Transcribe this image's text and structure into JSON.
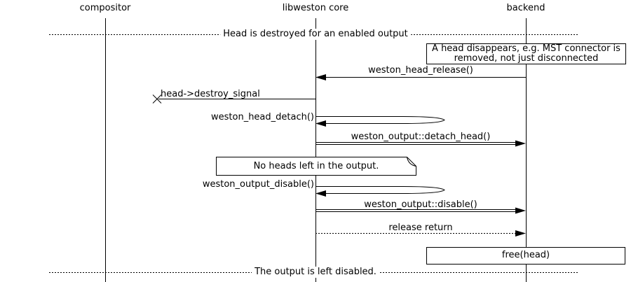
{
  "diagram": {
    "colors": {
      "line": "#000000",
      "background": "#ffffff"
    },
    "actors": [
      {
        "label": "compositor"
      },
      {
        "label": "libweston core"
      },
      {
        "label": "backend"
      }
    ],
    "dividers": [
      {
        "label": "Head is destroyed for an enabled output"
      },
      {
        "label": "The output is left disabled."
      }
    ],
    "comment": {
      "line1": "A head disappears, e.g. MST connector is",
      "line2": "removed, not just disconnected"
    },
    "note": {
      "label": "No heads left in the output."
    },
    "action_box": {
      "label": "free(head)"
    },
    "messages": [
      {
        "label": "weston_head_release()",
        "from": "backend",
        "to": "libweston core",
        "style": "solid-call"
      },
      {
        "label": "head->destroy_signal",
        "from": "libweston core",
        "to": "lost",
        "style": "lost-x"
      },
      {
        "label": "weston_head_detach()",
        "from": "libweston core",
        "to": "libweston core",
        "style": "self-call"
      },
      {
        "label": "weston_output::detach_head()",
        "from": "libweston core",
        "to": "backend",
        "style": "double-line-call"
      },
      {
        "label": "weston_output_disable()",
        "from": "libweston core",
        "to": "libweston core",
        "style": "self-call"
      },
      {
        "label": "weston_output::disable()",
        "from": "libweston core",
        "to": "backend",
        "style": "double-line-call"
      },
      {
        "label": "release return",
        "from": "libweston core",
        "to": "backend",
        "style": "dotted-return"
      }
    ]
  }
}
